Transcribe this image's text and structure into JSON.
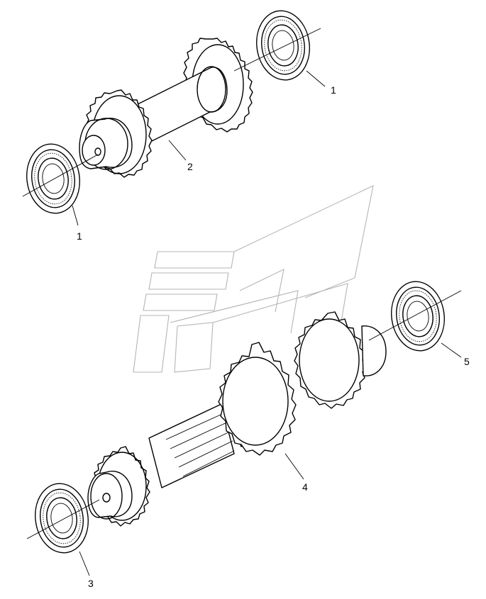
{
  "callouts": {
    "bearing_top_right": "1",
    "shaft_upper": "2",
    "bearing_top_left": "1",
    "bearing_bottom_left": "3",
    "shaft_lower": "4",
    "bearing_bottom_right": "5"
  },
  "colors": {
    "line": "#000000",
    "watermark": "#b5b5b5",
    "background": "#ffffff"
  }
}
